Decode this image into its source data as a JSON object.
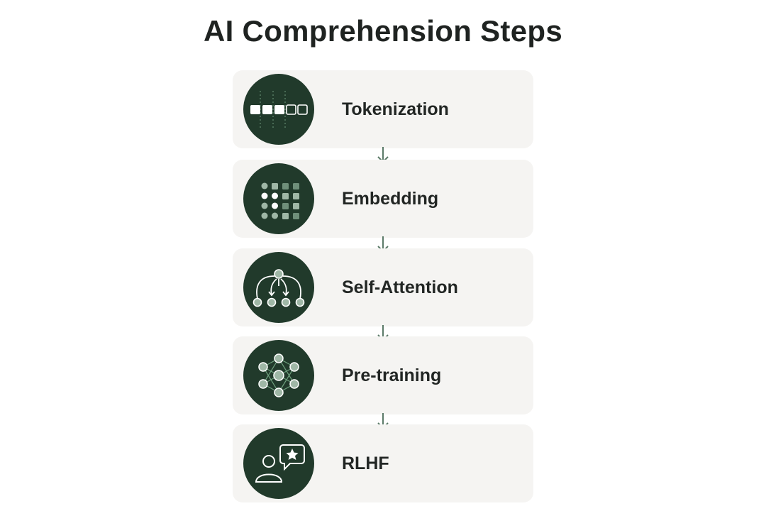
{
  "title": "AI Comprehension Steps",
  "colors": {
    "icon_background": "#213a2b",
    "card_background": "#f5f4f2",
    "arrow": "#5b7a68",
    "icon_light": "#ffffff",
    "icon_mid": "#9fb7a6"
  },
  "steps": [
    {
      "label": "Tokenization",
      "icon": "tokens-icon"
    },
    {
      "label": "Embedding",
      "icon": "embedding-grid-icon"
    },
    {
      "label": "Self-Attention",
      "icon": "attention-tree-icon"
    },
    {
      "label": "Pre-training",
      "icon": "neural-network-icon"
    },
    {
      "label": "RLHF",
      "icon": "human-feedback-icon"
    }
  ]
}
